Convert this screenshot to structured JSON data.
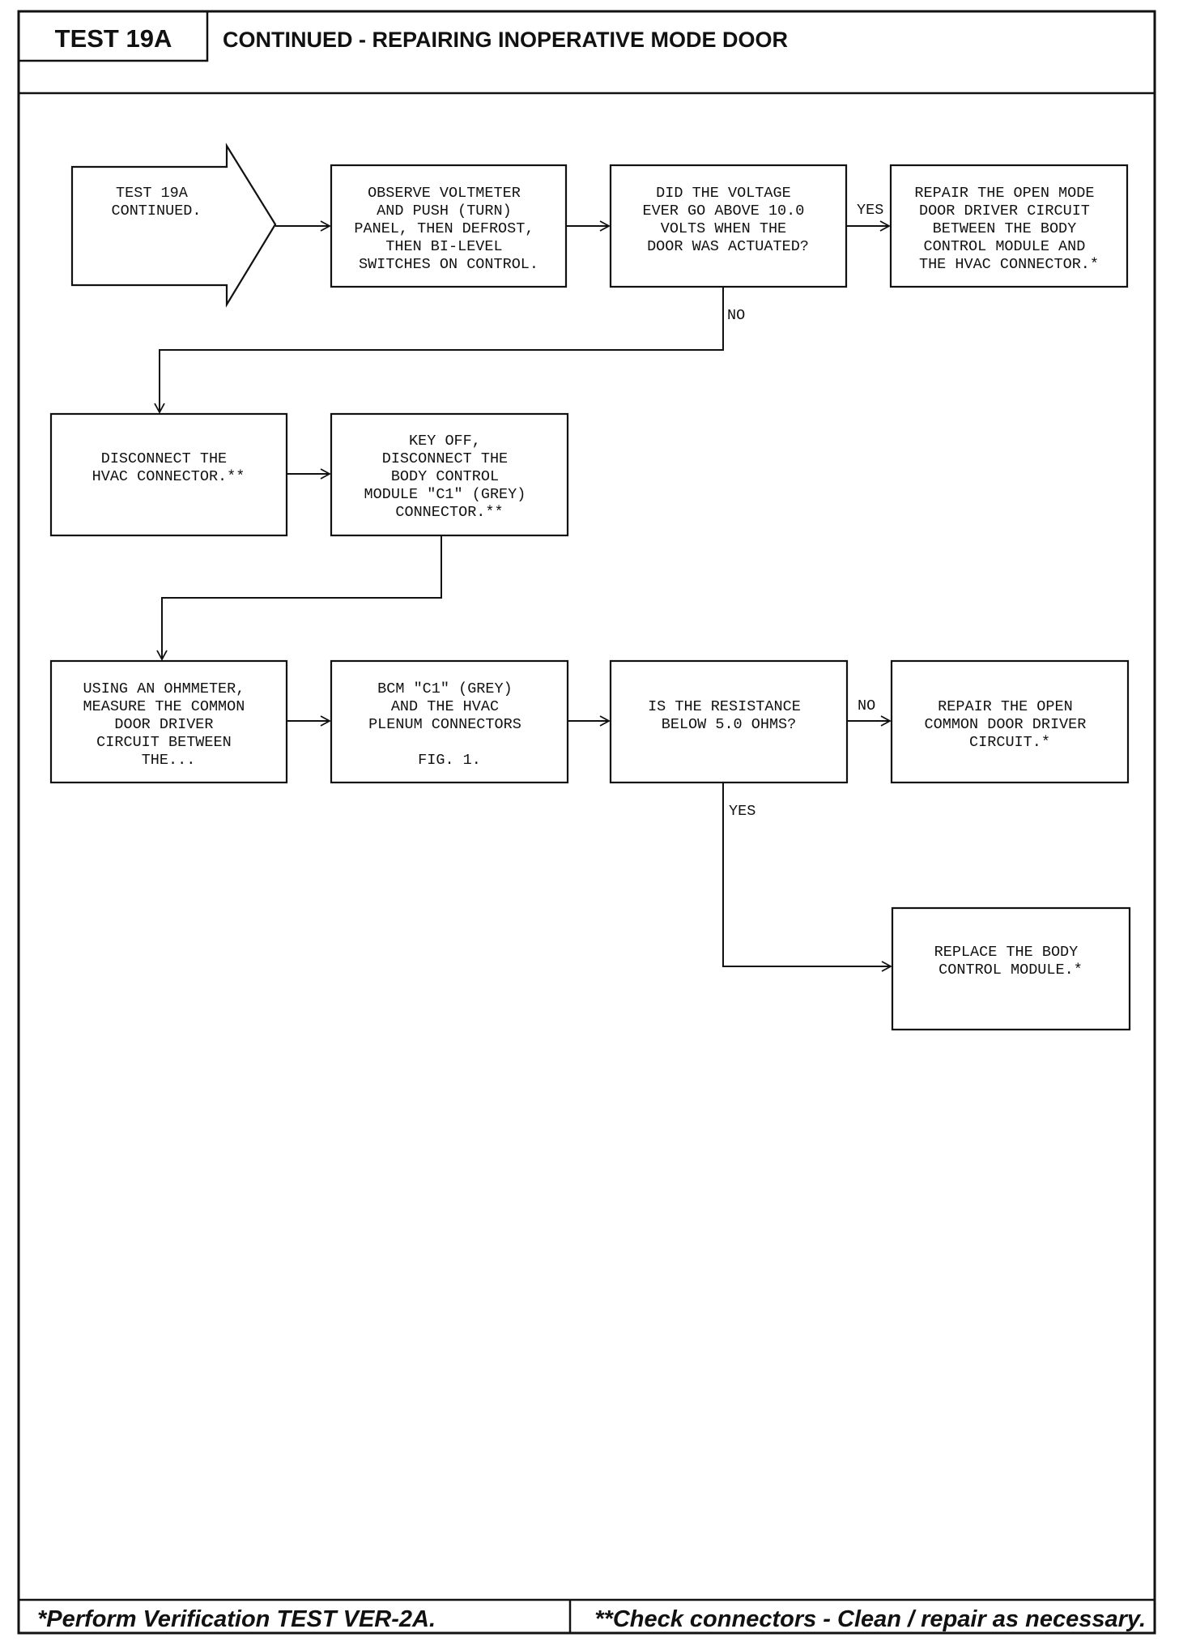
{
  "header": {
    "test_id": "TEST 19A",
    "title": "CONTINUED - REPAIRING INOPERATIVE MODE DOOR"
  },
  "flow": {
    "start": [
      "TEST 19A",
      "CONTINUED."
    ],
    "observe": [
      "OBSERVE VOLTMETER",
      "AND PUSH (TURN)",
      "PANEL, THEN DEFROST,",
      "THEN BI-LEVEL",
      "SWITCHES ON CONTROL."
    ],
    "voltage_question": [
      "DID THE VOLTAGE",
      "EVER GO ABOVE 10.0",
      "VOLTS WHEN THE",
      "DOOR WAS ACTUATED?"
    ],
    "repair_open_mode": [
      "REPAIR THE OPEN MODE",
      "DOOR DRIVER CIRCUIT",
      "BETWEEN THE BODY",
      "CONTROL MODULE AND",
      "THE HVAC CONNECTOR.*"
    ],
    "disconnect_hvac": [
      "DISCONNECT THE",
      "HVAC CONNECTOR.**"
    ],
    "key_off": [
      "KEY OFF,",
      "DISCONNECT THE",
      "BODY CONTROL",
      "MODULE \"C1\" (GREY)",
      "CONNECTOR.**"
    ],
    "ohmmeter": [
      "USING AN OHMMETER,",
      "MEASURE THE COMMON",
      "DOOR DRIVER",
      "CIRCUIT BETWEEN",
      "THE..."
    ],
    "bcm_c1": [
      "BCM \"C1\" (GREY)",
      "AND THE HVAC",
      "PLENUM CONNECTORS",
      "",
      "FIG. 1."
    ],
    "resistance_question": [
      "IS THE RESISTANCE",
      "BELOW 5.0 OHMS?"
    ],
    "repair_common": [
      "REPAIR THE OPEN",
      "COMMON DOOR DRIVER",
      "CIRCUIT.*"
    ],
    "replace_bcm": [
      "REPLACE THE BODY",
      "CONTROL MODULE.*"
    ]
  },
  "labels": {
    "yes_1": "YES",
    "no_1": "NO",
    "no_2": "NO",
    "yes_2": "YES"
  },
  "footer": {
    "left": "*Perform Verification TEST VER-2A.",
    "right": "**Check connectors - Clean / repair as necessary."
  }
}
